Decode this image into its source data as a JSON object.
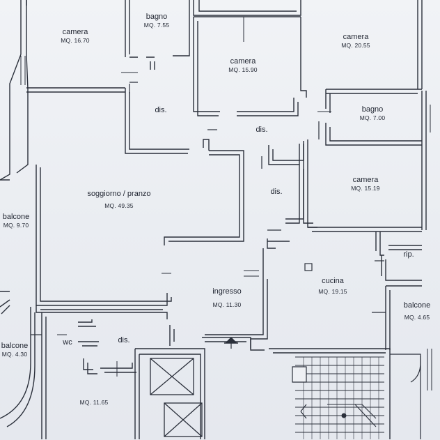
{
  "rooms": {
    "camera_nw": {
      "name": "camera",
      "area": "MQ. 16.70"
    },
    "bagno_n": {
      "name": "bagno",
      "area": "MQ. 7.55"
    },
    "camera_c": {
      "name": "camera",
      "area": "MQ. 15.90"
    },
    "camera_ne": {
      "name": "camera",
      "area": "MQ. 20.55"
    },
    "bagno_e": {
      "name": "bagno",
      "area": "MQ. 7.00"
    },
    "dis_1": {
      "name": "dis."
    },
    "dis_2": {
      "name": "dis."
    },
    "dis_3": {
      "name": "dis."
    },
    "dis_4": {
      "name": "dis."
    },
    "camera_e": {
      "name": "camera",
      "area": "MQ. 15.19"
    },
    "soggiorno": {
      "name": "soggiorno / pranzo",
      "area": "MQ. 49.35"
    },
    "balcone_w": {
      "name": "balcone",
      "area": "MQ. 9.70"
    },
    "rip": {
      "name": "rip."
    },
    "ingresso": {
      "name": "ingresso",
      "area": "MQ. 11.30"
    },
    "cucina": {
      "name": "cucina",
      "area": "MQ. 19.15"
    },
    "balcone_e": {
      "name": "balcone",
      "area": "MQ. 4.65"
    },
    "balcone_sw": {
      "name": "balcone",
      "area": "MQ. 4.30"
    },
    "wc": {
      "name": "wc"
    },
    "room_s": {
      "area": "MQ. 11.65"
    }
  },
  "colors": {
    "paper": "#eef0f4",
    "wall": "#2a2f3a",
    "text": "#1f2430"
  }
}
